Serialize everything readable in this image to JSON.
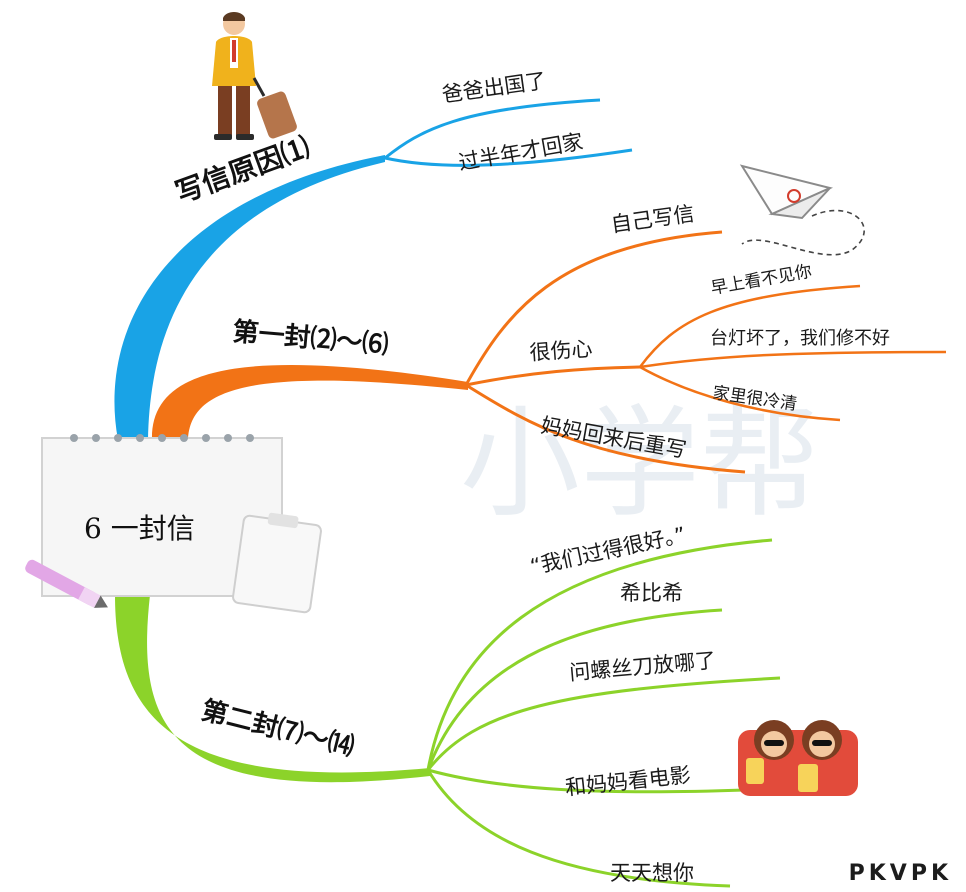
{
  "center": {
    "title": "6  一封信"
  },
  "watermark": "小学帮",
  "footer": "PKVPK",
  "colors": {
    "blue": "#19a3e6",
    "orange": "#f27316",
    "green": "#8cd32a",
    "paper": "#f6f6f6",
    "hole": "#9aa3aa"
  },
  "branches": {
    "b1": {
      "title": "写信原因⑴",
      "children": [
        "爸爸出国了",
        "过半年才回家"
      ]
    },
    "b2": {
      "title": "第一封⑵～⑹",
      "children": [
        "自己写信",
        "很伤心",
        "妈妈回来后重写"
      ],
      "sub": [
        "早上看不见你",
        "台灯坏了，我们修不好",
        "家里很冷清"
      ]
    },
    "b3": {
      "title": "第二封⑺～⒁",
      "children": [
        "“我们过得很好。”",
        "希比希",
        "问螺丝刀放哪了",
        "和妈妈看电影",
        "天天想你"
      ]
    }
  },
  "icons": [
    "businessman-icon",
    "paper-plane-icon",
    "moviegoers-icon",
    "pen-icon"
  ]
}
